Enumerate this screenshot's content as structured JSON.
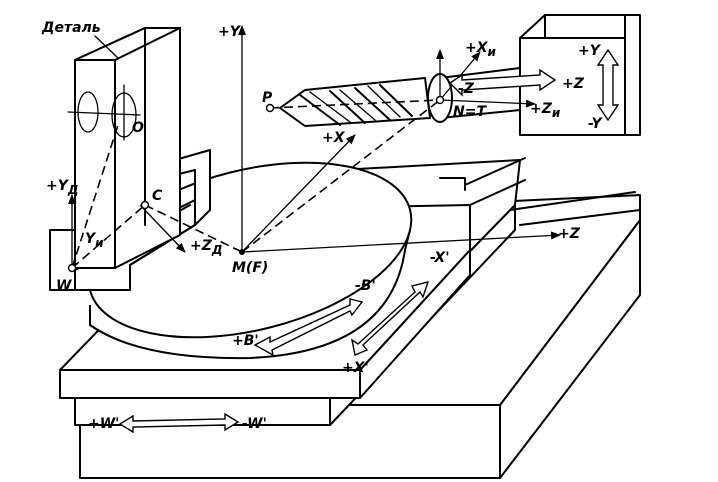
{
  "labels": {
    "part": "Деталь",
    "plus_y": "+Y",
    "plus_y_part": "+Y",
    "sub_d": "Д",
    "y_tool_short": "Y",
    "sub_u": "и",
    "plus_x_tool": "+X",
    "sub_u2": "и",
    "plus_z_arrow": "+Z",
    "minus_z": "-Z",
    "plus_z_tool": "+Z",
    "sub_u3": "и",
    "n_eq_t": "N=T",
    "p": "P",
    "plus_x": "+X",
    "c": "C",
    "o": "O",
    "plus_z_part": "+Z",
    "sub_d2": "Д",
    "w": "W",
    "m_f": "M(F)",
    "plus_z_main": "+Z",
    "plus_y_head": "+Y",
    "minus_y_head": "-Y",
    "minus_x_prime": "-X'",
    "minus_b_prime": "-B'",
    "plus_b_prime": "+B'",
    "plus_x_prime": "+X'",
    "plus_w_prime": "+W'",
    "minus_w_prime": "-W'"
  }
}
